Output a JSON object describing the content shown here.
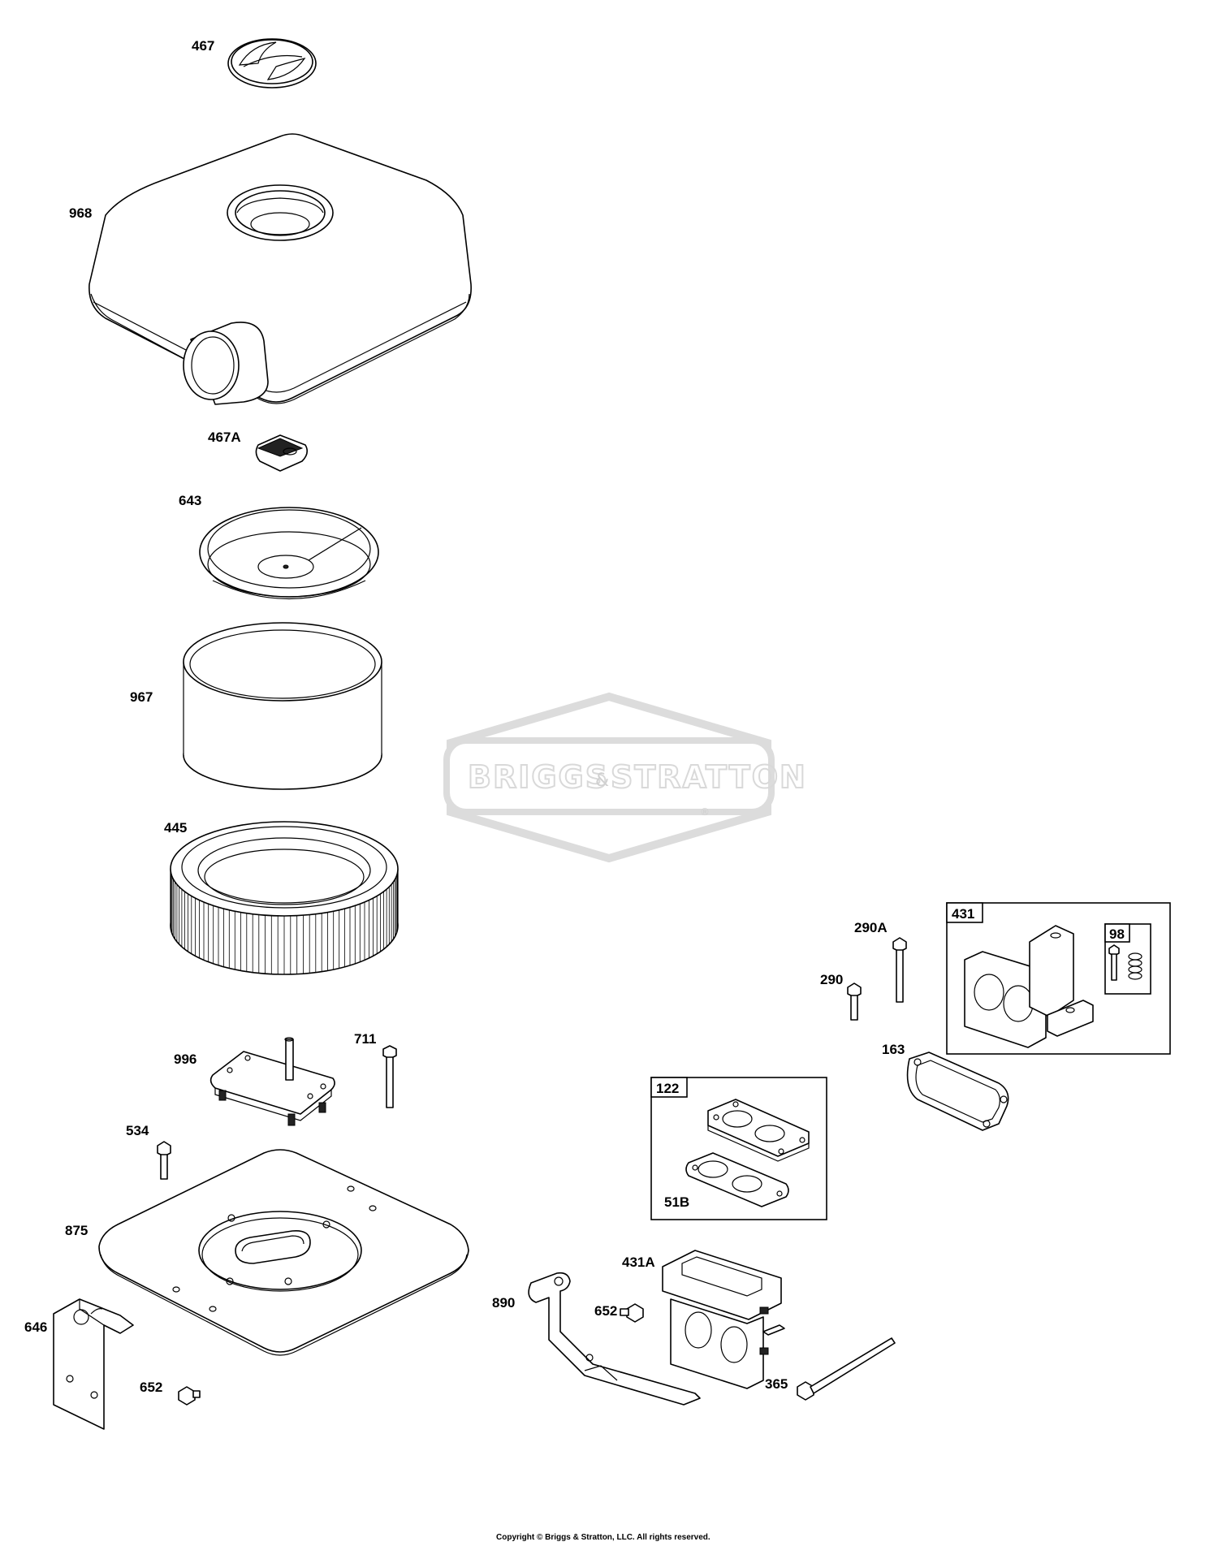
{
  "watermark": {
    "brand_left": "BRIGGS",
    "brand_amp": "&",
    "brand_right": "STRATTON",
    "registered": "®"
  },
  "labels": {
    "p467": "467",
    "p968": "968",
    "p467A": "467A",
    "p643": "643",
    "p967": "967",
    "p445": "445",
    "p996": "996",
    "p711": "711",
    "p534": "534",
    "p875": "875",
    "p646": "646",
    "p652a": "652",
    "p290A": "290A",
    "p290": "290",
    "p163": "163",
    "p890": "890",
    "p652b": "652",
    "p431A": "431A",
    "p365": "365",
    "p51B": "51B"
  },
  "boxes": {
    "kit431": "431",
    "kit98": "98",
    "kit122": "122"
  },
  "footer": {
    "copyright": "Copyright © Briggs & Stratton, LLC. All rights reserved."
  }
}
